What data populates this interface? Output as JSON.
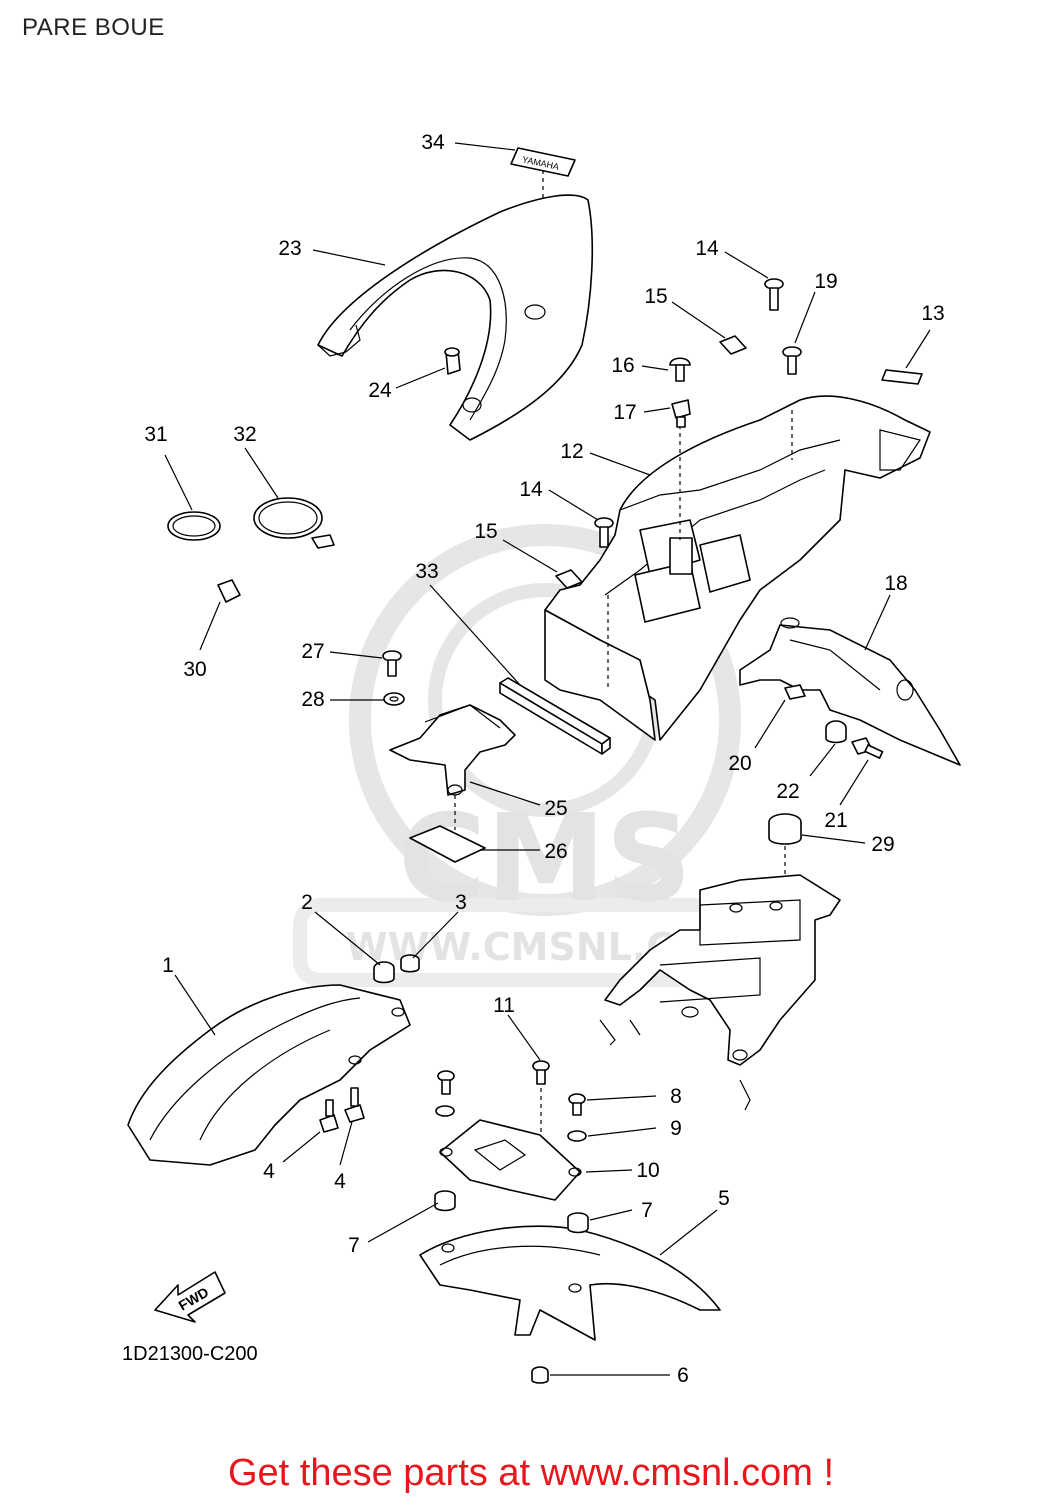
{
  "page": {
    "title": "PARE BOUE"
  },
  "diagram": {
    "watermark_text": "CMS",
    "watermark_url": "WWW.CMSNL.COM",
    "decal_text": "YAMAHA",
    "fwd_label": "FWD",
    "drawing_code": "1D21300-C200",
    "callouts": [
      "34",
      "23",
      "24",
      "14",
      "19",
      "15",
      "13",
      "16",
      "17",
      "12",
      "31",
      "32",
      "14",
      "15",
      "33",
      "18",
      "30",
      "27",
      "28",
      "25",
      "20",
      "22",
      "21",
      "26",
      "29",
      "2",
      "3",
      "1",
      "11",
      "8",
      "9",
      "10",
      "7",
      "4",
      "4",
      "5",
      "7",
      "6"
    ]
  },
  "footer": {
    "promo_text": "Get these parts at www.cmsnl.com !",
    "promo_color": "#e8161d"
  }
}
